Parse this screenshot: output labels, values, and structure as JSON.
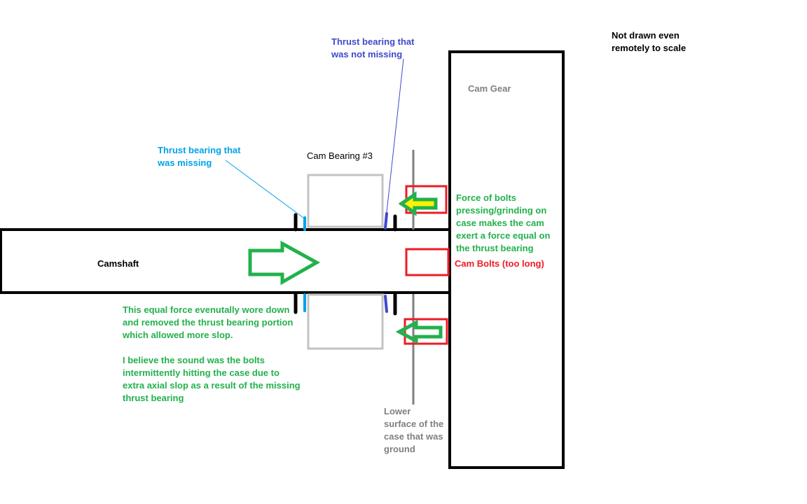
{
  "colors": {
    "black": "#000000",
    "gray": "#808080",
    "light_gray": "#c3c3c3",
    "red": "#ed1c24",
    "green": "#22b14c",
    "light_blue": "#00a2e8",
    "blue": "#3f48cc",
    "yellow": "#fff200"
  },
  "labels": {
    "scale_note": "Not drawn even\nremotely to scale",
    "thrust_not_missing": "Thrust bearing that\nwas not missing",
    "cam_gear": "Cam Gear",
    "thrust_missing": "Thrust bearing that\nwas missing",
    "cam_bearing": "Cam Bearing #3",
    "force_note": "Force of bolts\npressing/grinding on\ncase makes the cam\nexert a force equal on\nthe thrust bearing",
    "camshaft": "Camshaft",
    "cam_bolts": "Cam Bolts (too long)",
    "equal_force_note": "This equal force evenutally wore down\nand removed the thrust bearing portion\nwhich allowed more slop.\n\nI believe the sound was the bolts\nintermittently hitting the case due to\nextra axial slop as a result of the missing\nthrust bearing",
    "lower_surface": "Lower\nsurface of the\ncase that was\nground"
  }
}
